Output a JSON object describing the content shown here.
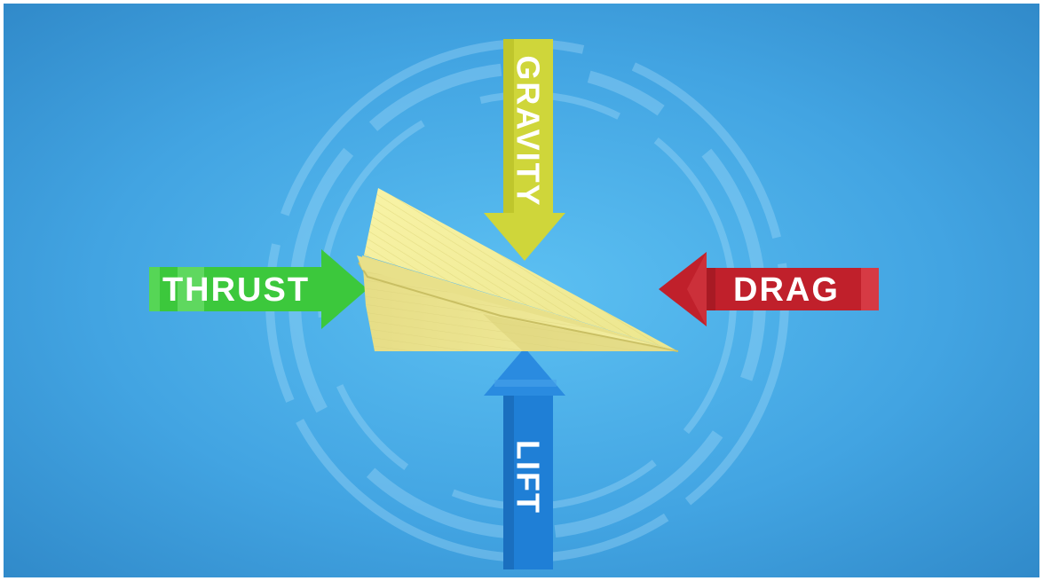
{
  "diagram": {
    "forces": {
      "thrust": {
        "label": "THRUST",
        "color": "#3cc83c",
        "direction": "right"
      },
      "drag": {
        "label": "DRAG",
        "color": "#c0202b",
        "direction": "left"
      },
      "gravity": {
        "label": "GRAVITY",
        "color": "#cfd63a",
        "direction": "down"
      },
      "lift": {
        "label": "LIFT",
        "color": "#1f7fd6",
        "direction": "up"
      }
    },
    "colors": {
      "background_center": "#59b8ee",
      "background_edge": "#2f8ccf",
      "rings": "#9fd6f6",
      "plane_paper": "#f3efa0",
      "plane_lines": "#d8cf72"
    },
    "icons": {
      "plane": "paper-airplane-icon"
    }
  }
}
